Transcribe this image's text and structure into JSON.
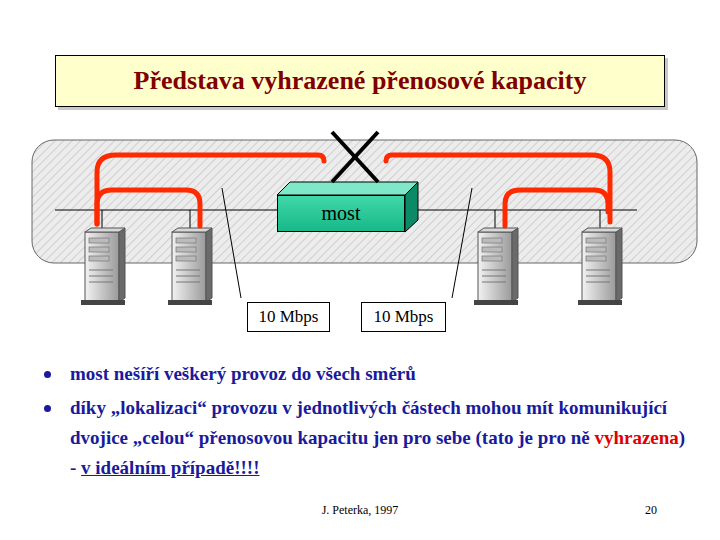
{
  "diagram": {
    "title": "Představa vyhrazené přenosové kapacity",
    "nodes": [
      {
        "text": [
          "most"
        ]
      },
      {
        "text": [
          "10 Mbps"
        ]
      },
      {
        "text": [
          "10 Mbps"
        ]
      }
    ],
    "labels": [
      "most nešíří veškerý provoz do všech směrů",
      "díky „lokalizaci“ provozu v jednotlivých částech mohou mít komunikující dvojice „celou“ přenosovou kapacitu jen pro sebe (tato je pro ně",
      "vyhrazena",
      ") -",
      "v ideálním případě!!!!",
      "J. Peterka, 1997",
      "20"
    ]
  }
}
